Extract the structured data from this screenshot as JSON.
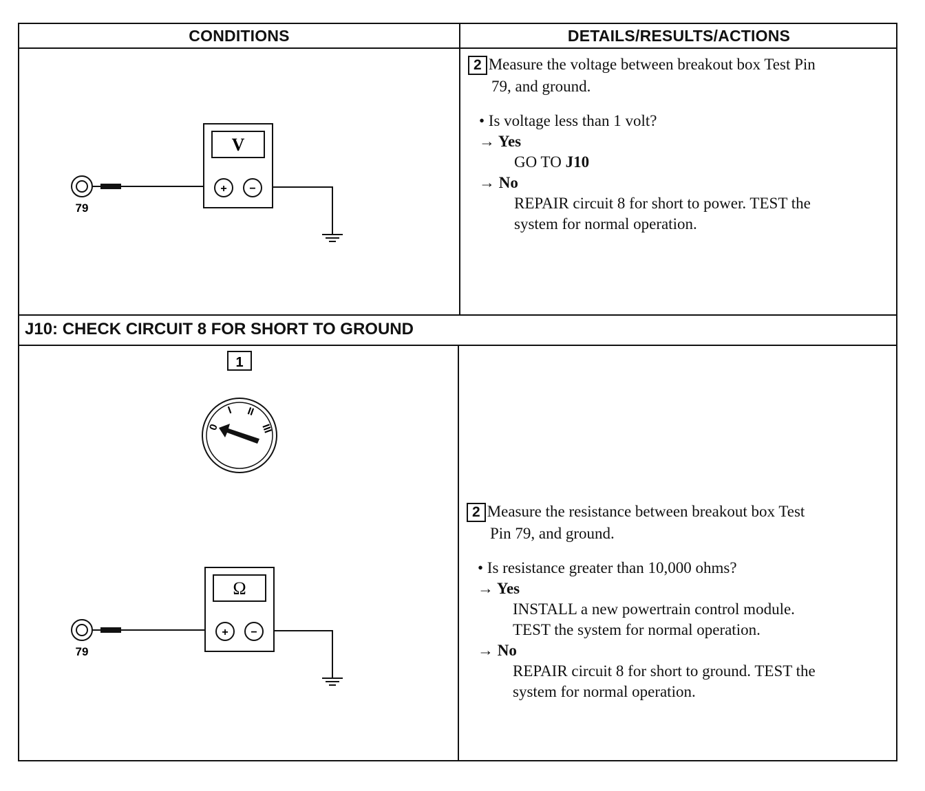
{
  "headers": {
    "conditions": "CONDITIONS",
    "details": "DETAILS/RESULTS/ACTIONS"
  },
  "section_j9": {
    "step": {
      "number": "2",
      "instruction_line1": "Measure the voltage between breakout box Test Pin",
      "instruction_line2": "79, and ground.",
      "question": "• Is voltage less than 1 volt?",
      "yes_label": "→ Yes",
      "yes_action_prefix": "GO TO ",
      "yes_action_target": "J10",
      "no_label": "→ No",
      "no_action_line1": "REPAIR circuit 8 for short to power. TEST the",
      "no_action_line2": "system for normal operation."
    },
    "diagram": {
      "meter_symbol": "V",
      "pin_label": "79",
      "plus": "+",
      "minus": "−"
    }
  },
  "section_j10": {
    "title": "J10: CHECK CIRCUIT 8 FOR SHORT TO GROUND",
    "step1_number": "1",
    "key_positions": [
      "0",
      "I",
      "II",
      "III"
    ],
    "step": {
      "number": "2",
      "instruction_line1": "Measure the resistance between breakout box Test",
      "instruction_line2": "Pin 79, and ground.",
      "question": "• Is resistance greater than 10,000 ohms?",
      "yes_label": "→ Yes",
      "yes_action_line1": "INSTALL a new powertrain control module.",
      "yes_action_line2": "TEST the system for normal operation.",
      "no_label": "→ No",
      "no_action_line1": "REPAIR circuit 8 for short to ground. TEST the",
      "no_action_line2": "system for normal operation."
    },
    "diagram": {
      "meter_symbol": "Ω",
      "pin_label": "79",
      "plus": "+",
      "minus": "−"
    }
  }
}
